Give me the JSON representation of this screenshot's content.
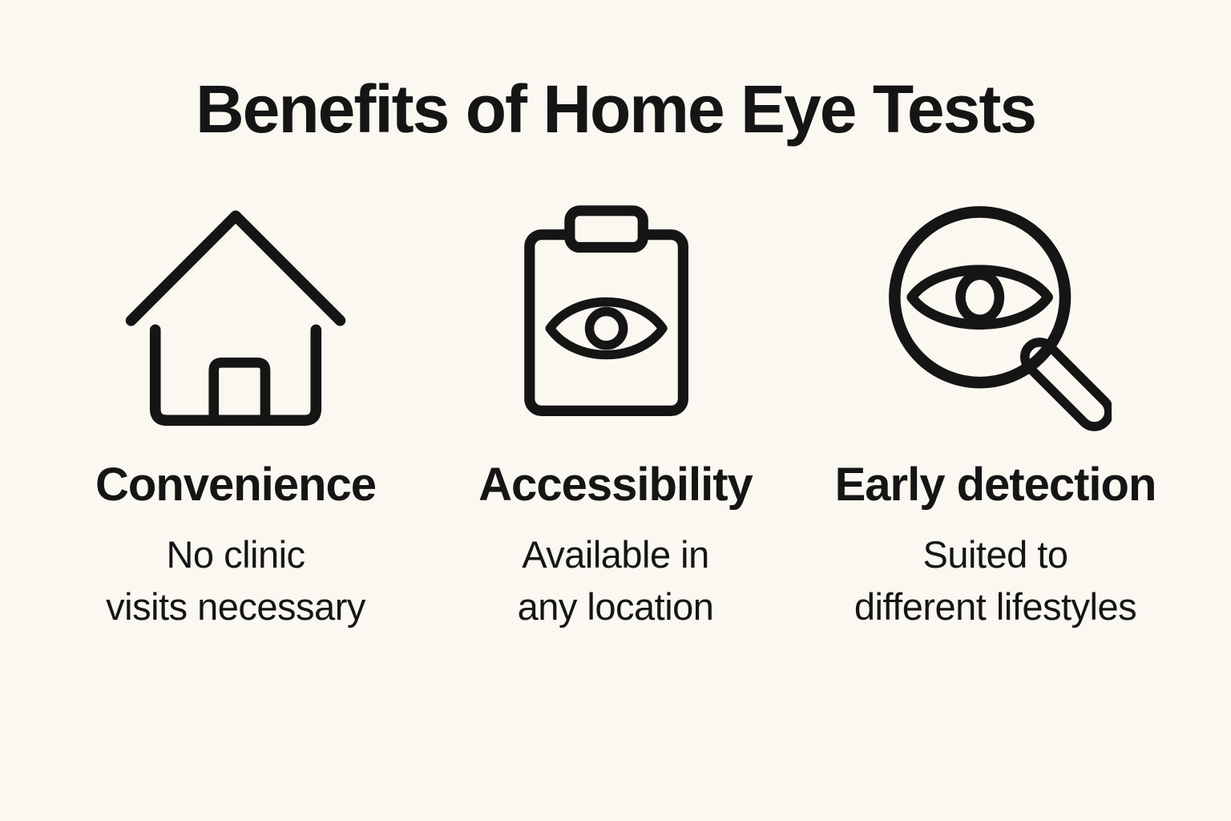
{
  "colors": {
    "background": "#FAF8F1",
    "ink": "#151515"
  },
  "title": "Benefits of Home Eye Tests",
  "columns": [
    {
      "icon": "house-icon",
      "heading": "Convenience",
      "line1": "No clinic",
      "line2": "visits necessary"
    },
    {
      "icon": "clipboard-eye-icon",
      "heading": "Accessibility",
      "line1": "Available in",
      "line2": "any location"
    },
    {
      "icon": "magnifier-eye-icon",
      "heading": "Early detection",
      "line1": "Suited to",
      "line2": "different lifestyles"
    }
  ]
}
